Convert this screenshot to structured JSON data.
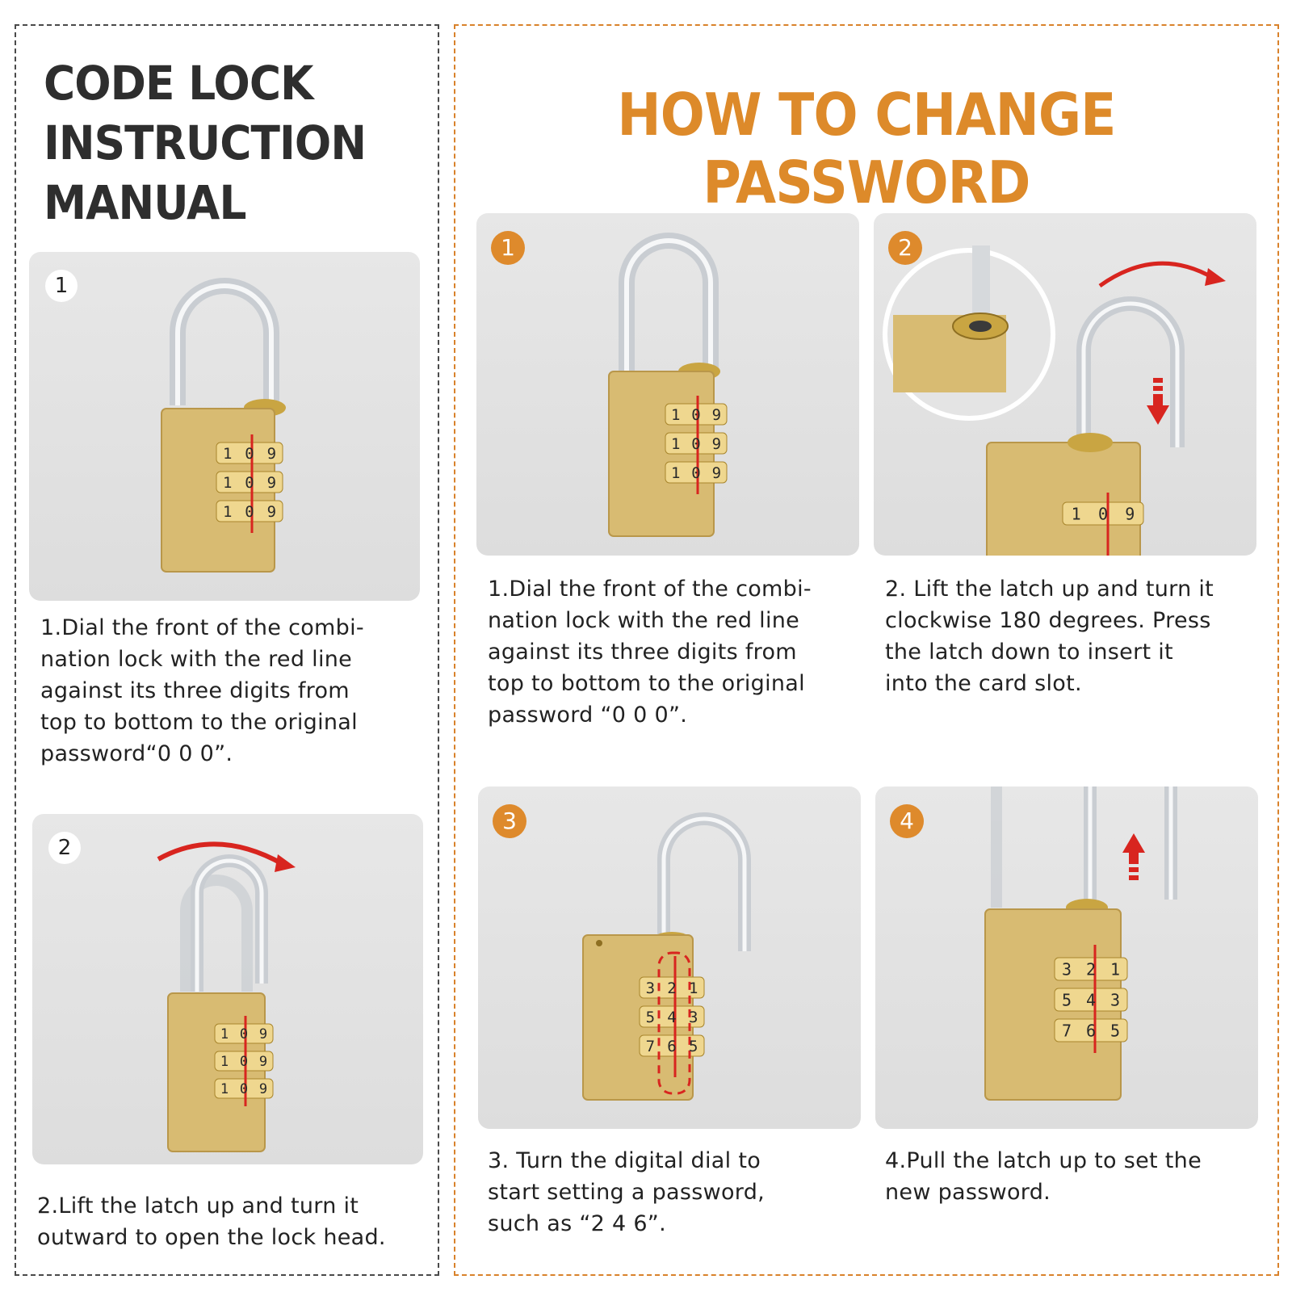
{
  "manual": {
    "title_lines": [
      "CODE LOCK",
      "INSTRUCTION",
      "MANUAL"
    ],
    "steps": [
      {
        "number": "1",
        "caption_lines": [
          "1.Dial the front of the combi-",
          "nation lock with the red line",
          "against its three digits from",
          "top to bottom to the original",
          "password“0 0 0”."
        ],
        "dial_digits": [
          [
            "1",
            "0",
            "9"
          ],
          [
            "1",
            "0",
            "9"
          ],
          [
            "1",
            "0",
            "9"
          ]
        ]
      },
      {
        "number": "2",
        "caption_lines": [
          "2.Lift the latch up and turn it",
          "outward to open the lock head."
        ],
        "dial_digits": [
          [
            "1",
            "0",
            "9"
          ],
          [
            "1",
            "0",
            "9"
          ],
          [
            "1",
            "0",
            "9"
          ]
        ]
      }
    ]
  },
  "change": {
    "title": "HOW TO CHANGE PASSWORD",
    "steps": [
      {
        "number": "1",
        "caption_lines": [
          "1.Dial the front of the combi-",
          "nation lock with the red line",
          "against its three digits from",
          "top to bottom to the original",
          "password “0 0 0”."
        ],
        "dial_digits": [
          [
            "1",
            "0",
            "9"
          ],
          [
            "1",
            "0",
            "9"
          ],
          [
            "1",
            "0",
            "9"
          ]
        ]
      },
      {
        "number": "2",
        "caption_lines": [
          "2. Lift the latch up and turn it",
          "clockwise 180 degrees. Press",
          "the latch down to insert it",
          "into the card slot."
        ],
        "dial_digits": [
          [
            "1",
            "0",
            "9"
          ]
        ]
      },
      {
        "number": "3",
        "caption_lines": [
          "3. Turn the digital dial to",
          "start setting a password,",
          "such as “2 4 6”."
        ],
        "dial_digits": [
          [
            "3",
            "2",
            "1"
          ],
          [
            "5",
            "4",
            "3"
          ],
          [
            "7",
            "6",
            "5"
          ]
        ]
      },
      {
        "number": "4",
        "caption_lines": [
          "4.Pull the latch up to set the",
          "new password."
        ],
        "dial_digits": [
          [
            "3",
            "2",
            "1"
          ],
          [
            "5",
            "4",
            "3"
          ],
          [
            "7",
            "6",
            "5"
          ]
        ]
      }
    ]
  },
  "colors": {
    "accent_orange": "#dd8a2a",
    "indicator_red": "#d8251f",
    "brass": "#d8bb72",
    "title_dark": "#2e2e2e"
  }
}
